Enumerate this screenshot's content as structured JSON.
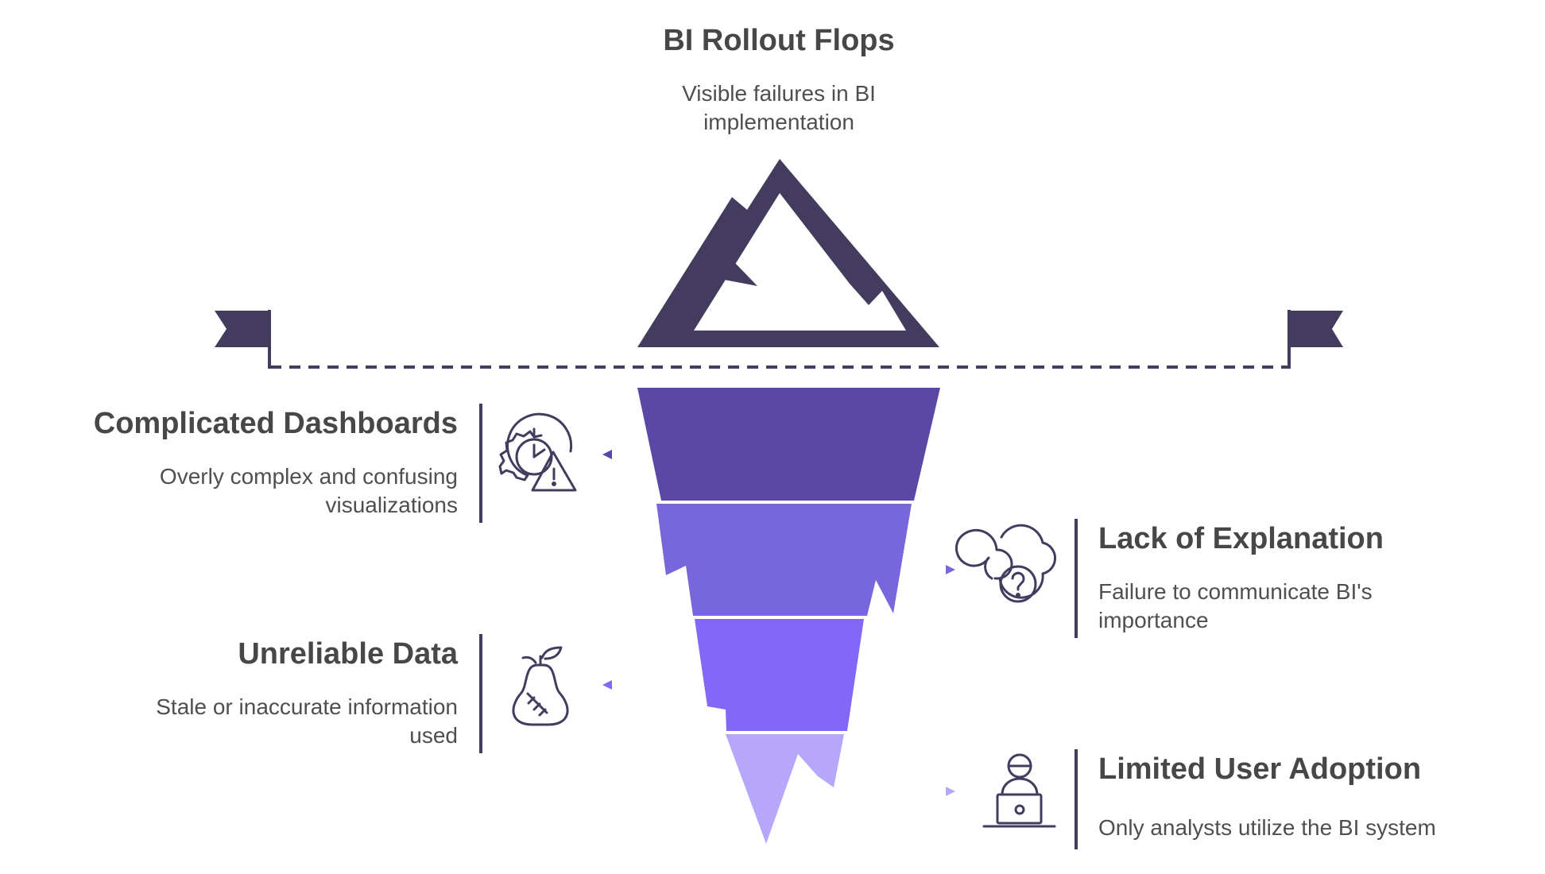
{
  "top": {
    "title": "BI Rollout Flops",
    "description": "Visible failures in BI implementation"
  },
  "items": [
    {
      "title": "Complicated Dashboards",
      "description": "Overly complex and confusing visualizations",
      "icon": "gauge-warning-icon",
      "side": "left"
    },
    {
      "title": "Lack of Explanation",
      "description": "Failure to communicate BI's importance",
      "icon": "cloud-question-icon",
      "side": "right"
    },
    {
      "title": "Unreliable Data",
      "description": "Stale or inaccurate information used",
      "icon": "rotten-pear-icon",
      "side": "left"
    },
    {
      "title": "Limited User Adoption",
      "description": "Only analysts utilize the BI system",
      "icon": "user-laptop-icon",
      "side": "right"
    }
  ],
  "colors": {
    "dark": "#443c5e",
    "layer1": "#5b48a6",
    "layer2": "#7866dc",
    "layer3": "#8367f7",
    "layer4": "#b6a7fb"
  }
}
